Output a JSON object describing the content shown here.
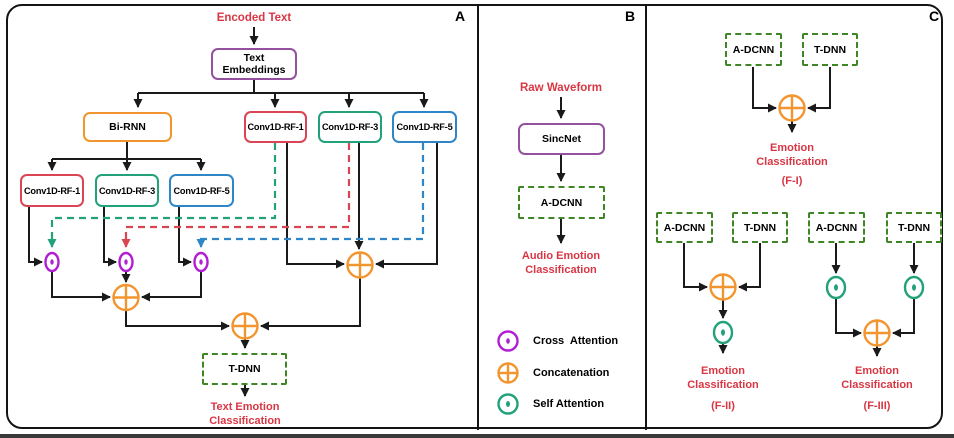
{
  "figure": {
    "type": "architecture-diagram",
    "panels": [
      "A",
      "B",
      "C"
    ]
  },
  "panel_a": {
    "label": "A",
    "input": "Encoded Text",
    "text_embeddings": "Text Embeddings",
    "bi_rnn": "Bi-RNN",
    "conv1": "Conv1D-RF-1",
    "conv3": "Conv1D-RF-3",
    "conv5": "Conv1D-RF-5",
    "t_dnn": "T-DNN",
    "output": "Text Emotion\nClassification"
  },
  "panel_b": {
    "label": "B",
    "input": "Raw Waveform",
    "sincnet": "SincNet",
    "a_dcnn": "A-DCNN",
    "output": "Audio Emotion\nClassification",
    "legend": {
      "cross_attention": "Cross  Attention",
      "concatenation": "Concatenation",
      "self_attention": "Self Attention"
    }
  },
  "panel_c": {
    "label": "C",
    "a_dcnn": "A-DCNN",
    "t_dnn": "T-DNN",
    "emotion": "Emotion\nClassification",
    "f1": "(F-I)",
    "f2": "(F-II)",
    "f3": "(F-III)"
  },
  "colors": {
    "red_box": "#DB4452",
    "teal_box": "#23A17B",
    "blue_box": "#2E86C6",
    "orange": "#F2952F",
    "purple_box": "#94519E",
    "purple_attention": "#B11FD2",
    "green_dashed_box": "#3F8624",
    "label_red": "#D93644",
    "line": "#1A1A1A"
  }
}
